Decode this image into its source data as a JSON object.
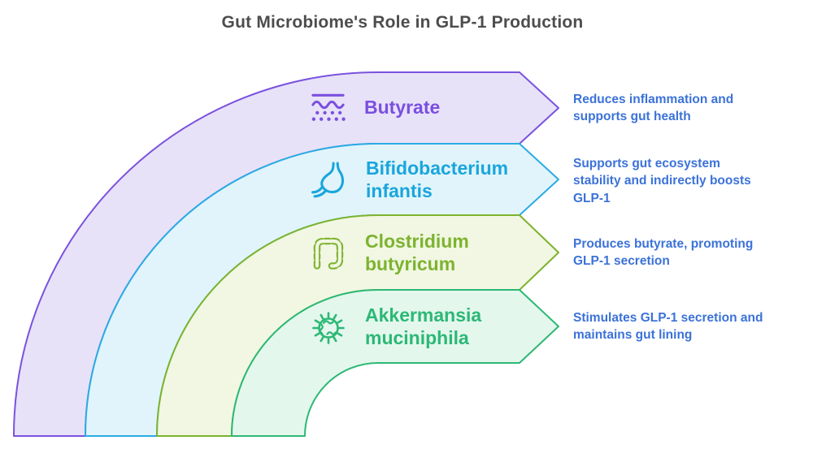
{
  "title": "Gut Microbiome's Role in GLP-1 Production",
  "title_color": "#4d4d4d",
  "description_color": "#3b72d8",
  "background_color": "#ffffff",
  "bands": [
    {
      "label": "Butyrate",
      "icon": "gut-lining-icon",
      "color": "#7a4fe0",
      "border_color": "#7a52df",
      "fill_color": "#e8e2f8",
      "description": "Reduces inflammation and\nsupports gut health"
    },
    {
      "label": "Bifidobacterium\ninfantis",
      "icon": "stomach-icon",
      "color": "#19a6dc",
      "border_color": "#29ace3",
      "fill_color": "#e1f4fb",
      "description": "Supports gut ecosystem\nstability and indirectly boosts\nGLP-1"
    },
    {
      "label": "Clostridium\nbutyricum",
      "icon": "intestine-icon",
      "color": "#7db32f",
      "border_color": "#7db32f",
      "fill_color": "#f1f7e2",
      "description": "Produces butyrate, promoting\nGLP-1 secretion"
    },
    {
      "label": "Akkermansia\nmuciniphila",
      "icon": "microbe-icon",
      "color": "#2cb875",
      "border_color": "#2cb875",
      "fill_color": "#e4f7ed",
      "description": "Stimulates GLP-1 secretion and\nmaintains gut lining"
    }
  ]
}
